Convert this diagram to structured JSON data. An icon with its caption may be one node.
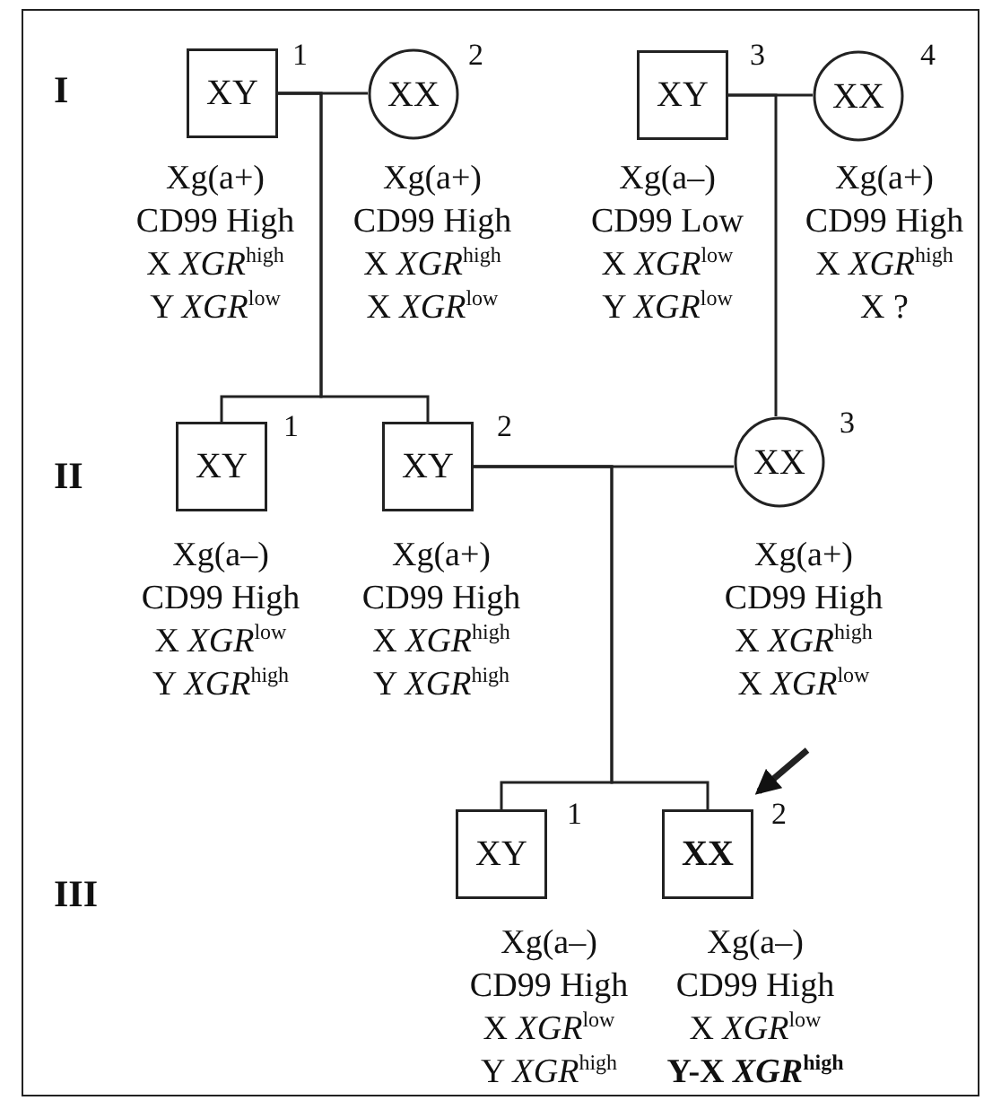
{
  "diagram": {
    "nodes": [
      {
        "text": [
          "XY"
        ],
        "beside": [
          "1",
          "Xg(a+)",
          "CD99 High",
          "X *XGR*$^{high}$",
          "Y *XGR*$^{low}$"
        ]
      },
      {
        "text": [
          "XX"
        ],
        "beside": [
          "2",
          "Xg(a+)",
          "CD99 High",
          "X *XGR*$^{high}$",
          "X *XGR*$^{low}$"
        ]
      },
      {
        "text": [
          "XY"
        ],
        "beside": [
          "3",
          "Xg(a–)",
          "CD99 Low",
          "X *XGR*$^{low}$",
          "Y *XGR*$^{low}$"
        ]
      },
      {
        "text": [
          "XX"
        ],
        "beside": [
          "4",
          "Xg(a+)",
          "CD99 High",
          "X *XGR*$^{high}$",
          "X ?"
        ]
      },
      {
        "text": [
          "XY"
        ],
        "beside": [
          "1",
          "Xg(a–)",
          "CD99 High",
          "X *XGR*$^{low}$",
          "Y *XGR*$^{high}$"
        ]
      },
      {
        "text": [
          "XY"
        ],
        "beside": [
          "2",
          "Xg(a+)",
          "CD99 High",
          "X *XGR*$^{high}$",
          "Y *XGR*$^{high}$"
        ]
      },
      {
        "text": [
          "XX"
        ],
        "beside": [
          "3",
          "Xg(a+)",
          "CD99 High",
          "X *XGR*$^{high}$",
          "X *XGR*$^{low}$"
        ]
      },
      {
        "text": [
          "XY"
        ],
        "beside": [
          "1",
          "Xg(a–)",
          "CD99 High",
          "X *XGR*$^{low}$",
          "Y *XGR*$^{high}$"
        ]
      },
      {
        "text": [
          "XX"
        ],
        "beside": [
          "2",
          "Xg(a–)",
          "CD99 High",
          "X *XGR*$^{low}$",
          "Y-X *XGR*$^{high}$"
        ]
      }
    ],
    "edges": [
      {
        "from": 0,
        "to": 1,
        "arrow": "none"
      },
      {
        "from": 2,
        "to": 3,
        "arrow": "none"
      },
      {
        "from": 0,
        "to": 4,
        "arrow": "none"
      },
      {
        "from": 0,
        "to": 5,
        "arrow": "none"
      },
      {
        "from": 2,
        "to": 6,
        "arrow": "none"
      },
      {
        "from": 5,
        "to": 6,
        "arrow": "none"
      },
      {
        "from": 5,
        "to": 7,
        "arrow": "none"
      },
      {
        "from": 5,
        "to": 8,
        "arrow": "none"
      },
      {
        "from": null,
        "to": 8,
        "arrow": "to",
        "style": "thick"
      }
    ],
    "labels": [
      "I",
      "II",
      "III"
    ]
  }
}
